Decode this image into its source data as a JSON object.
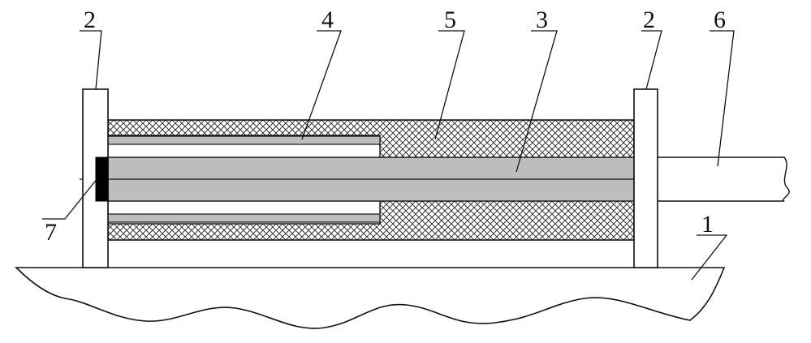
{
  "labels": {
    "base": "1",
    "support_left": "2",
    "support_right": "2",
    "rod": "3",
    "sleeve": "4",
    "hatched_body": "5",
    "shaft": "6",
    "end_block": "7"
  },
  "colors": {
    "stroke": "#111111",
    "rod_fill": "#bdbdbd",
    "hatch": "#222222",
    "background": "#ffffff",
    "end_block": "#000000"
  }
}
